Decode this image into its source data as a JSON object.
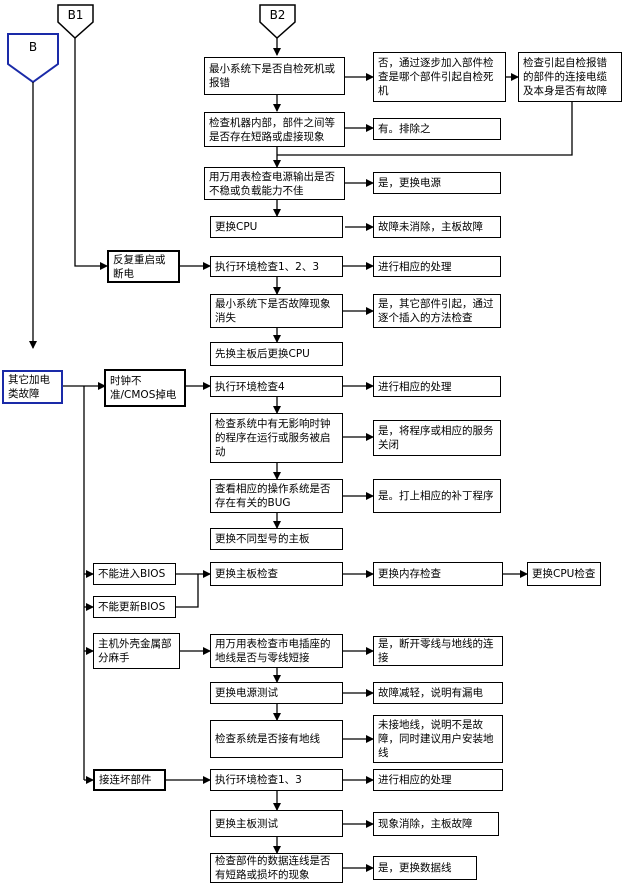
{
  "markers": {
    "b": "B",
    "b1": "B1",
    "b2": "B2"
  },
  "root": "其它加电类故障",
  "categories": {
    "reboot": "反复重启或断电",
    "clock": "时钟不准/CMOS掉电",
    "bios_enter": "不能进入BIOS",
    "bios_update": "不能更新BIOS",
    "shock": "主机外壳金属部分麻手",
    "bad_part": "接连坏部件"
  },
  "steps": {
    "b2_1": "最小系统下是否自检死机或报错",
    "b2_1_r1": "否，通过逐步加入部件检查是哪个部件引起自检死机",
    "b2_1_r2": "检查引起自检报错的部件的连接电缆及本身是否有故障",
    "b2_2": "检查机器内部，部件之间等是否存在短路或虚接现象",
    "b2_2_r": "有。排除之",
    "b2_3": "用万用表检查电源输出是否不稳或负载能力不佳",
    "b2_3_r": "是，更换电源",
    "b2_4": "更换CPU",
    "b2_4_r": "故障未消除，主板故障",
    "rb_1": "执行环境检查1、2、3",
    "rb_1_r": "进行相应的处理",
    "rb_2": "最小系统下是否故障现象消失",
    "rb_2_r": "是，其它部件引起，通过逐个插入的方法检查",
    "rb_3": "先换主板后更换CPU",
    "ck_1": "执行环境检查4",
    "ck_1_r": "进行相应的处理",
    "ck_2": "检查系统中有无影响时钟的程序在运行或服务被启动",
    "ck_2_r": "是，将程序或相应的服务关闭",
    "ck_3": "查看相应的操作系统是否存在有关的BUG",
    "ck_3_r": "是。打上相应的补丁程序",
    "ck_4": "更换不同型号的主板",
    "bi_1": "更换主板检查",
    "bi_2": "更换内存检查",
    "bi_3": "更换CPU检查",
    "sh_1": "用万用表检查市电插座的地线是否与零线短接",
    "sh_1_r": "是，断开零线与地线的连接",
    "sh_2": "更换电源测试",
    "sh_2_r": "故障减轻，说明有漏电",
    "sh_3": "检查系统是否接有地线",
    "sh_3_r": "未接地线，说明不是故障，同时建议用户安装地线",
    "bp_1": "执行环境检查1、3",
    "bp_1_r": "进行相应的处理",
    "bp_2": "更换主板测试",
    "bp_2_r": "现象消除，主板故障",
    "bp_3": "检查部件的数据连线是否有短路或损坏的现象",
    "bp_3_r": "是，更换数据线"
  },
  "colors": {
    "line": "#000000",
    "root_border": "#1a2aa8"
  }
}
